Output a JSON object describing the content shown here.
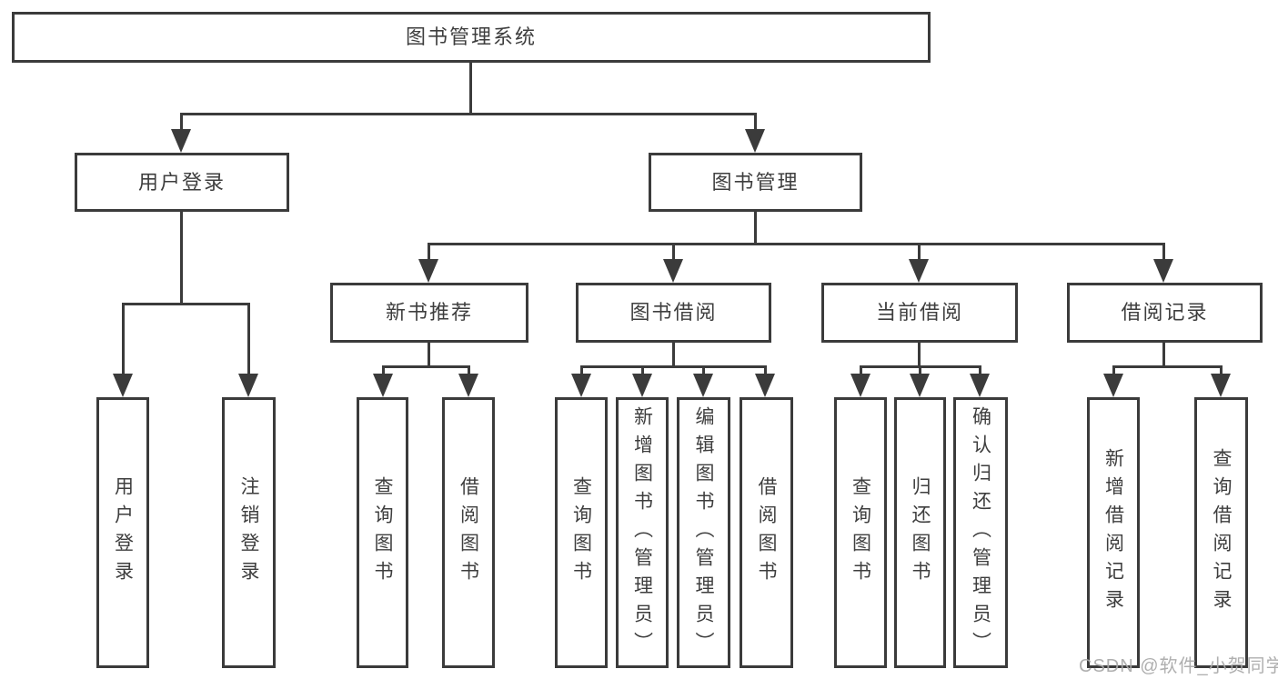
{
  "tree": {
    "root": {
      "label": "图书管理系统",
      "children": [
        {
          "label": "用户登录",
          "children": [
            {
              "label": "用户登录"
            },
            {
              "label": "注销登录"
            }
          ]
        },
        {
          "label": "图书管理",
          "children": [
            {
              "label": "新书推荐",
              "children": [
                {
                  "label": "查询图书"
                },
                {
                  "label": "借阅图书"
                }
              ]
            },
            {
              "label": "图书借阅",
              "children": [
                {
                  "label": "查询图书"
                },
                {
                  "label": "新增图书（管理员）"
                },
                {
                  "label": "编辑图书（管理员）"
                },
                {
                  "label": "借阅图书"
                }
              ]
            },
            {
              "label": "当前借阅",
              "children": [
                {
                  "label": "查询图书"
                },
                {
                  "label": "归还图书"
                },
                {
                  "label": "确认归还（管理员）"
                }
              ]
            },
            {
              "label": "借阅记录",
              "children": [
                {
                  "label": "新增借阅记录"
                },
                {
                  "label": "查询借阅记录"
                }
              ]
            }
          ]
        }
      ]
    }
  },
  "watermark": {
    "text": "CSDN @软件_小贺同学"
  },
  "colors": {
    "line": "#3b3b3b",
    "text": "#3e3e3e",
    "background": "#ffffff",
    "watermark": "#a8a8a8"
  }
}
